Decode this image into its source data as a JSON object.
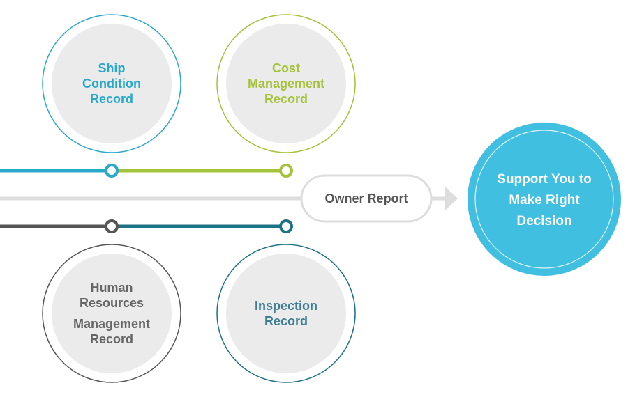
{
  "colors": {
    "ship": "#2aa8c9",
    "cost": "#a4c23a",
    "hr": "#555555",
    "inspection": "#1e7286",
    "inspection_text": "#3f7f93",
    "hr_text": "#666666",
    "main_line": "#dddddd",
    "circle_fill": "#ebebeb",
    "target": "#40bfe0"
  },
  "nodes": {
    "ship": {
      "lines": [
        "Ship",
        "Condition",
        "Record"
      ],
      "icon": "record-node"
    },
    "cost": {
      "lines": [
        "Cost",
        "Management",
        "Record"
      ],
      "icon": "record-node"
    },
    "hr": {
      "lines": [
        "Human",
        "Resources",
        "Management",
        "Record"
      ],
      "icon": "record-node"
    },
    "inspection": {
      "lines": [
        "Inspection",
        "Record"
      ],
      "icon": "record-node"
    }
  },
  "owner_report": {
    "label": "Owner Report"
  },
  "target": {
    "lines": [
      "Support You to",
      "Make Right",
      "Decision"
    ]
  }
}
